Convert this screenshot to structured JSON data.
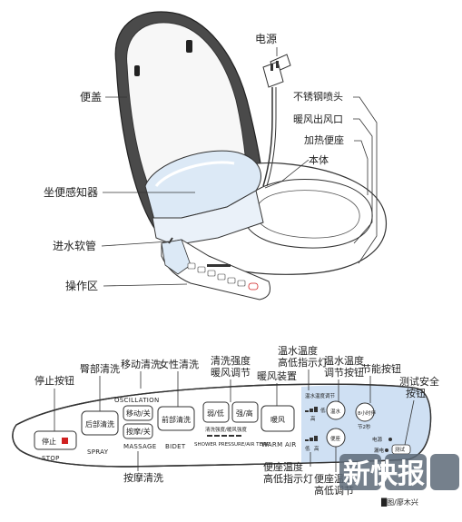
{
  "top": {
    "labels": {
      "power": "电源",
      "lid": "便盖",
      "nozzle": "不锈钢喷头",
      "warm_air_outlet": "暖风出风口",
      "heated_seat": "加热便座",
      "body": "本体",
      "seat_sensor": "坐便感知器",
      "water_hose": "进水软管",
      "control_area": "操作区"
    }
  },
  "panel": {
    "labels": {
      "stop_button": "停止按钮",
      "rear_wash": "臀部清洗",
      "oscillation_cn": "移动清洗",
      "oscillation_en": "OSCILLATION",
      "bidet_wash": "女性清洗",
      "wash_strength": "清洗强度",
      "warm_air_adjust": "暖风调节",
      "warm_air_device": "暖风装置",
      "water_temp": "温水温度",
      "temp_indicator": "高低指示灯",
      "water_temp_button": "温水温度",
      "water_temp_button_2": "调节按钮",
      "energy_button": "节能按钮",
      "test_safety": "测试安全",
      "test_safety_2": "按钮",
      "massage_wash": "按摩清洗",
      "seat_temp_indicator": "便座温度",
      "seat_temp_indicator_2": "高低指示灯",
      "seat_temp_adjust": "便座温度",
      "seat_temp_adjust_2": "高低调节"
    },
    "buttons": {
      "stop": "停止",
      "stop_en": "STOP",
      "rear": "后部清洗",
      "spray_en": "SPRAY",
      "move": "移动/关",
      "massage": "按摩/关",
      "massage_en": "MASSAGE",
      "front": "前部清洗",
      "bidet_en": "BIDET",
      "weak_low": "弱/低",
      "strong_high": "强/高",
      "strength_sub": "清洗强度/暖风强度",
      "strength_en": "SHOWER PRESSURE/AIR TEMP",
      "warm_air": "暖风",
      "warm_air_en": "WARM AIR",
      "water_temp_ctrl": "温水温度调节",
      "low": "低",
      "high": "高",
      "warm_water": "温水",
      "seat": "便座",
      "timer": "8小时停",
      "timer_sub": "节2秒",
      "power_ind": "电源",
      "leak": "漏电",
      "test": "测试"
    }
  },
  "watermark": {
    "logo": "新快报",
    "credit": "█图/廖木兴"
  },
  "colors": {
    "seat_blue": "#dce9f6",
    "panel_blue": "#cfe0f3",
    "outline": "#333333",
    "accent_red": "#d02020",
    "dark_gray": "#555555"
  }
}
